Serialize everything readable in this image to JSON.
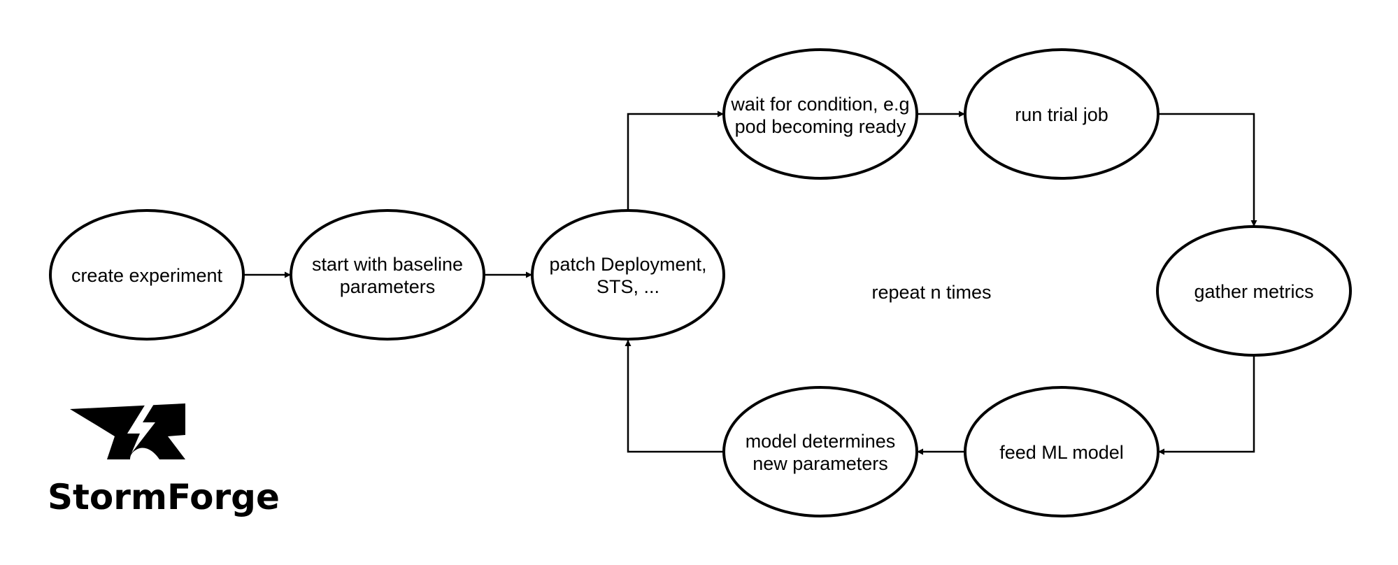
{
  "diagram": {
    "nodes": [
      {
        "id": "create",
        "lines": [
          "create experiment"
        ]
      },
      {
        "id": "baseline",
        "lines": [
          "start with baseline",
          "parameters"
        ]
      },
      {
        "id": "patch",
        "lines": [
          "patch Deployment,",
          "STS, ..."
        ]
      },
      {
        "id": "wait",
        "lines": [
          "wait for condition, e.g",
          "pod becoming ready"
        ]
      },
      {
        "id": "run",
        "lines": [
          "run trial job"
        ]
      },
      {
        "id": "gather",
        "lines": [
          "gather metrics"
        ]
      },
      {
        "id": "feed",
        "lines": [
          "feed ML model"
        ]
      },
      {
        "id": "model",
        "lines": [
          "model determines",
          "new parameters"
        ]
      }
    ],
    "edges": [
      {
        "from": "create",
        "to": "baseline"
      },
      {
        "from": "baseline",
        "to": "patch"
      },
      {
        "from": "patch",
        "to": "wait"
      },
      {
        "from": "wait",
        "to": "run"
      },
      {
        "from": "run",
        "to": "gather"
      },
      {
        "from": "gather",
        "to": "feed"
      },
      {
        "from": "feed",
        "to": "model"
      },
      {
        "from": "model",
        "to": "patch"
      }
    ],
    "loop_label": "repeat n times"
  },
  "brand": {
    "name": "StormForge",
    "logo_icon": "anvil-lightning-icon"
  }
}
